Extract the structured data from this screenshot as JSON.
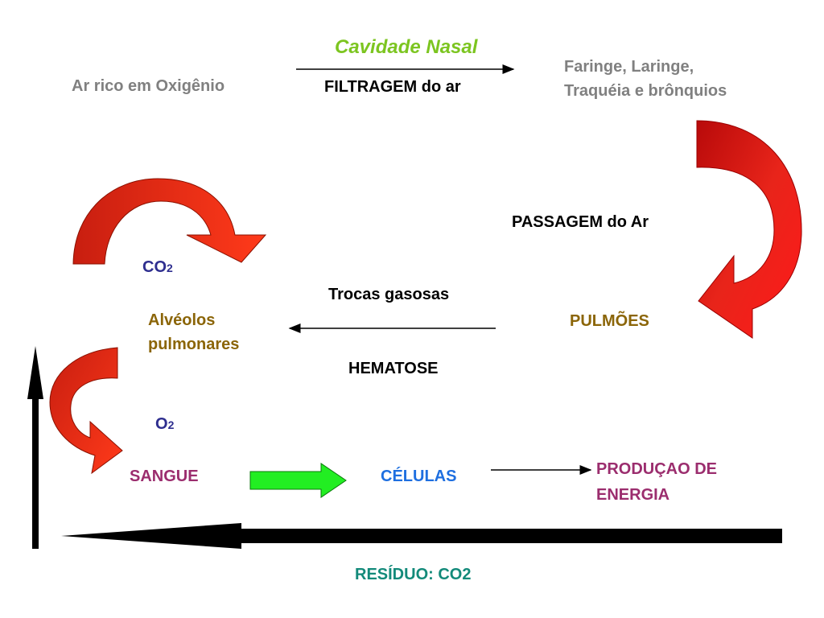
{
  "nodes": {
    "ar_rico": "Ar rico em Oxigênio",
    "faringe_line1": "Faringe, Laringe,",
    "faringe_line2": "Traquéia e brônquios",
    "pulmoes": "PULMÕES",
    "alveolos_line1": "Alvéolos",
    "alveolos_line2": "pulmonares",
    "sangue": "SANGUE",
    "celulas": "CÉLULAS",
    "producao_line1": "PRODUÇAO DE",
    "producao_line2": "ENERGIA"
  },
  "edges": {
    "cavidade_nasal": "Cavidade Nasal",
    "filtragem": "FILTRAGEM do ar",
    "passagem": "PASSAGEM do Ar",
    "trocas": "Trocas gasosas",
    "hematose": "HEMATOSE",
    "residuo": "RESÍDUO: CO2"
  },
  "gases": {
    "co2_main": "CO",
    "co2_sub": "2",
    "o2_main": "O",
    "o2_sub": "2"
  },
  "colors": {
    "red_arrow": "#E8281A",
    "dark_red": "#B01010",
    "green_arrow": "#22EE22",
    "black": "#000000"
  }
}
